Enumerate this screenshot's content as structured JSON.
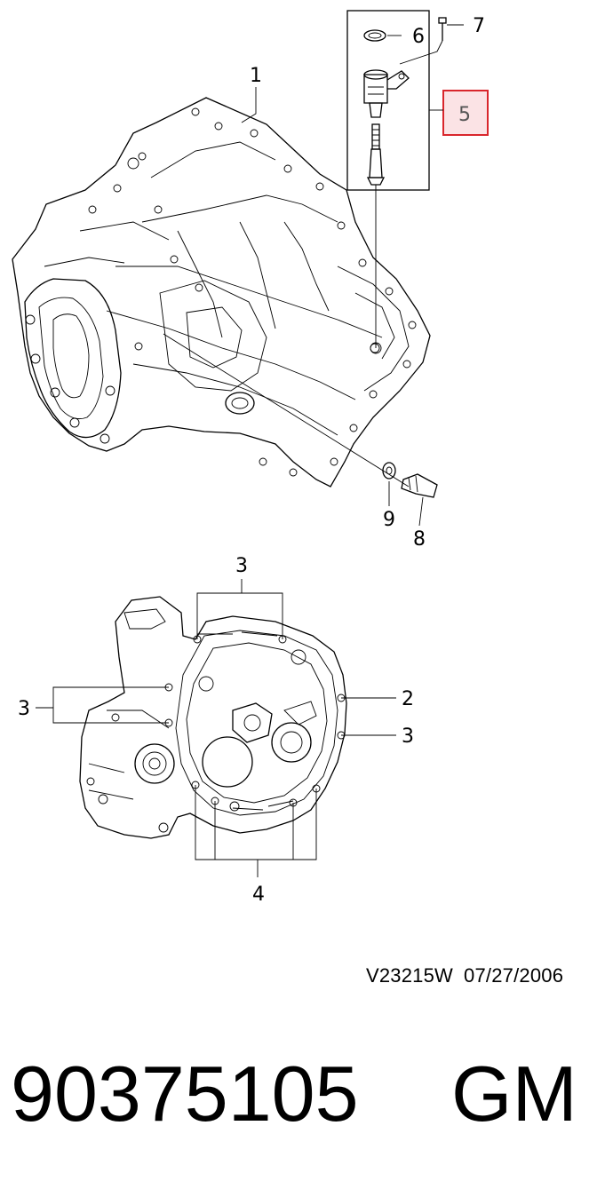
{
  "upper_view": {
    "callouts": {
      "c1": "1",
      "c5": "5",
      "c6": "6",
      "c7": "7",
      "c8": "8",
      "c9": "9"
    },
    "highlight_color": "#d9262c",
    "highlight_fill": "#fbe3e5"
  },
  "lower_view": {
    "callouts": {
      "c2": "2",
      "c3_top": "3",
      "c3_left": "3",
      "c3_right": "3",
      "c4": "4"
    }
  },
  "footer": {
    "drawing_code": "V23215W",
    "date": "07/27/2006",
    "part_number": "90375105",
    "brand": "GM"
  }
}
